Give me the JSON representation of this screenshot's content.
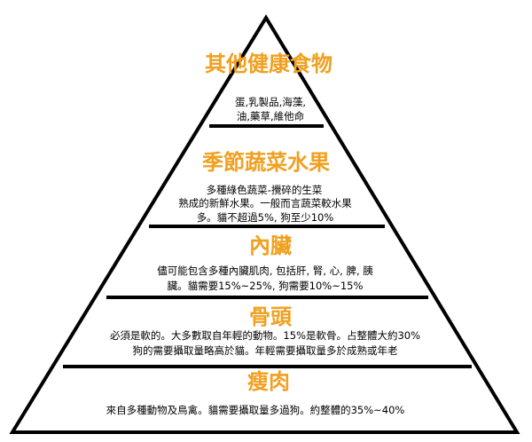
{
  "colors": {
    "title": "#f0a020",
    "outline": "#000000",
    "fill": "#ffffff"
  },
  "tiers": [
    {
      "title": "其他健康食物",
      "lines": [
        "蛋,乳製品,海藻,",
        "油,藥草,維他命"
      ]
    },
    {
      "title": "季節蔬菜水果",
      "lines": [
        "多種綠色蔬菜-攪碎的生菜",
        "熟成的新鮮水果。一般而言蔬菜較水果",
        "多。貓不超過5%, 狗至少10%"
      ]
    },
    {
      "title": "內臟",
      "lines": [
        "儘可能包含多種內臟肌肉, 包括肝, 腎, 心, 脾, 胰",
        "臟。貓需要15%~25%, 狗需要10%~15%"
      ]
    },
    {
      "title": "骨頭",
      "lines": [
        "必須是軟的。大多數取自年輕的動物。15%是軟骨。占整體大約30%",
        "狗的需要攝取量略高於貓。年輕需要攝取量多於成熟或年老"
      ]
    },
    {
      "title": "瘦肉",
      "lines": [
        "來自多種動物及鳥禽。貓需要攝取量多過狗。約整體的35%~40%"
      ]
    }
  ]
}
